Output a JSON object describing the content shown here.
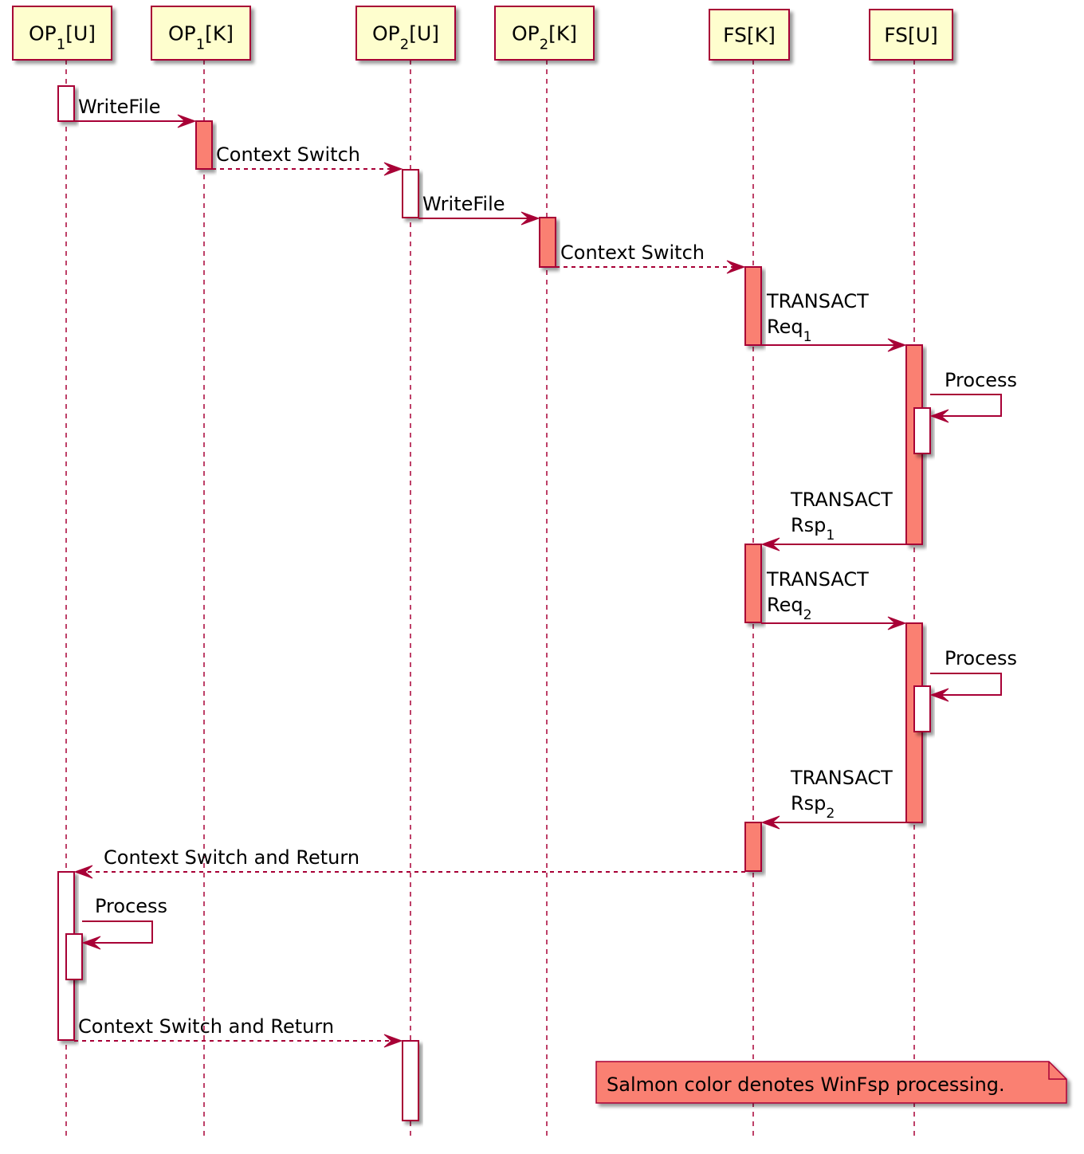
{
  "participants": [
    {
      "id": "op1u",
      "base": "OP",
      "sub": "1",
      "suffix": "[U]"
    },
    {
      "id": "op1k",
      "base": "OP",
      "sub": "1",
      "suffix": "[K]"
    },
    {
      "id": "op2u",
      "base": "OP",
      "sub": "2",
      "suffix": "[U]"
    },
    {
      "id": "op2k",
      "base": "OP",
      "sub": "2",
      "suffix": "[K]"
    },
    {
      "id": "fsk",
      "base": "FS[K]",
      "sub": "",
      "suffix": ""
    },
    {
      "id": "fsu",
      "base": "FS[U]",
      "sub": "",
      "suffix": ""
    }
  ],
  "messages": [
    {
      "id": "m1",
      "from": "op1u",
      "to": "op1k",
      "style": "solid",
      "lines": [
        {
          "text": "WriteFile",
          "sub": ""
        }
      ]
    },
    {
      "id": "m2",
      "from": "op1k",
      "to": "op2u",
      "style": "dashed",
      "lines": [
        {
          "text": "Context Switch",
          "sub": ""
        }
      ]
    },
    {
      "id": "m3",
      "from": "op2u",
      "to": "op2k",
      "style": "solid",
      "lines": [
        {
          "text": "WriteFile",
          "sub": ""
        }
      ]
    },
    {
      "id": "m4",
      "from": "op2k",
      "to": "fsk",
      "style": "dashed",
      "lines": [
        {
          "text": "Context Switch",
          "sub": ""
        }
      ]
    },
    {
      "id": "m5",
      "from": "fsk",
      "to": "fsu",
      "style": "solid",
      "lines": [
        {
          "text": "TRANSACT",
          "sub": ""
        },
        {
          "text": "Req",
          "sub": "1"
        }
      ]
    },
    {
      "id": "m6",
      "from": "fsu",
      "to": "fsu",
      "style": "solid",
      "self": true,
      "lines": [
        {
          "text": "Process",
          "sub": ""
        }
      ]
    },
    {
      "id": "m7",
      "from": "fsu",
      "to": "fsk",
      "style": "solid",
      "lines": [
        {
          "text": "TRANSACT",
          "sub": ""
        },
        {
          "text": "Rsp",
          "sub": "1"
        }
      ]
    },
    {
      "id": "m8",
      "from": "fsk",
      "to": "fsu",
      "style": "solid",
      "lines": [
        {
          "text": "TRANSACT",
          "sub": ""
        },
        {
          "text": "Req",
          "sub": "2"
        }
      ]
    },
    {
      "id": "m9",
      "from": "fsu",
      "to": "fsu",
      "style": "solid",
      "self": true,
      "lines": [
        {
          "text": "Process",
          "sub": ""
        }
      ]
    },
    {
      "id": "m10",
      "from": "fsu",
      "to": "fsk",
      "style": "solid",
      "lines": [
        {
          "text": "TRANSACT",
          "sub": ""
        },
        {
          "text": "Rsp",
          "sub": "2"
        }
      ]
    },
    {
      "id": "m11",
      "from": "fsk",
      "to": "op1u",
      "style": "dashed",
      "lines": [
        {
          "text": "Context Switch and Return",
          "sub": ""
        }
      ]
    },
    {
      "id": "m12",
      "from": "op1u",
      "to": "op1u",
      "style": "solid",
      "self": true,
      "lines": [
        {
          "text": "Process",
          "sub": ""
        }
      ]
    },
    {
      "id": "m13",
      "from": "op1u",
      "to": "op2u",
      "style": "dashed",
      "lines": [
        {
          "text": "Context Switch and Return",
          "sub": ""
        }
      ]
    }
  ],
  "activations": [
    {
      "id": "a1",
      "on": "op1u",
      "kind": "user"
    },
    {
      "id": "a2",
      "on": "op1k",
      "kind": "winfsp"
    },
    {
      "id": "a3",
      "on": "op2u",
      "kind": "user"
    },
    {
      "id": "a4",
      "on": "op2k",
      "kind": "winfsp"
    },
    {
      "id": "a5",
      "on": "fsk",
      "kind": "winfsp"
    },
    {
      "id": "a6",
      "on": "fsu",
      "kind": "winfsp"
    },
    {
      "id": "a7",
      "on": "fsu",
      "kind": "user"
    },
    {
      "id": "a8",
      "on": "fsk",
      "kind": "winfsp"
    },
    {
      "id": "a9",
      "on": "fsu",
      "kind": "winfsp"
    },
    {
      "id": "a10",
      "on": "fsu",
      "kind": "user"
    },
    {
      "id": "a11",
      "on": "fsk",
      "kind": "winfsp"
    },
    {
      "id": "a12",
      "on": "op1u",
      "kind": "user"
    },
    {
      "id": "a13",
      "on": "op1u",
      "kind": "user"
    },
    {
      "id": "a14",
      "on": "op2u",
      "kind": "user"
    }
  ],
  "note": {
    "text": "Salmon color denotes WinFsp processing."
  },
  "colors": {
    "line": "#A80036",
    "participant_fill": "#FEFECE",
    "winfsp": "#FA8072",
    "user": "#FFFFFF",
    "note_fill": "#FA8072",
    "shadow": "#b8b8b8"
  }
}
